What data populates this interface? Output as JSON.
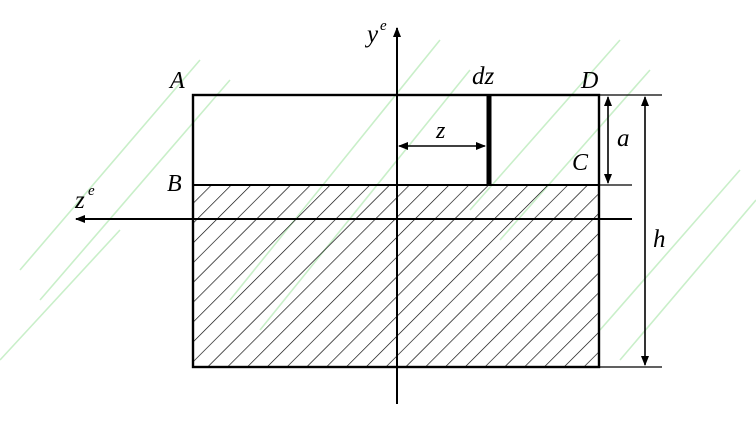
{
  "labels": {
    "A": "A",
    "B": "B",
    "C": "C",
    "D": "D",
    "dz": "dz",
    "z": "z",
    "a": "a",
    "h": "h",
    "y_axis": "y",
    "y_axis_sup": "e",
    "z_axis": "z",
    "z_axis_sup": "e"
  },
  "colors": {
    "ink": "#000000",
    "watermark": "#c9efc9"
  }
}
